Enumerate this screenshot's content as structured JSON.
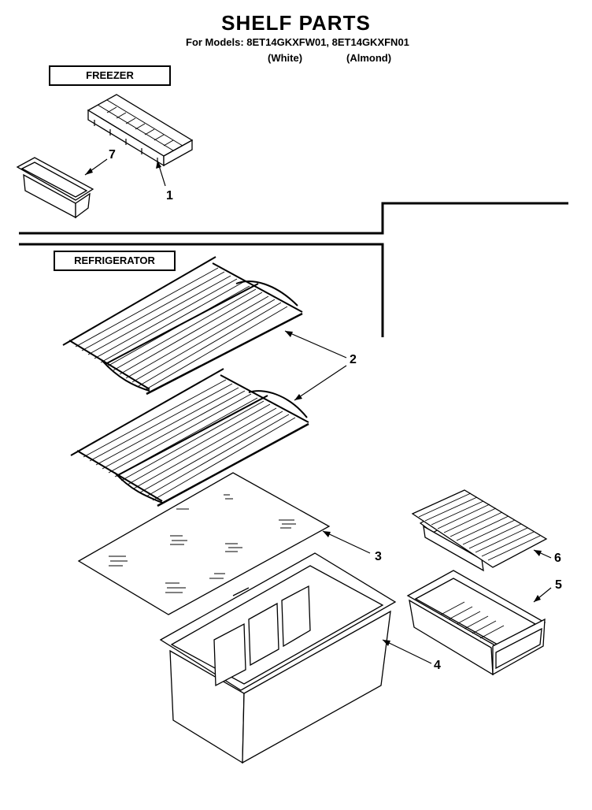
{
  "header": {
    "title": "SHELF PARTS",
    "models_line": "For Models: 8ET14GKXFW01, 8ET14GKXFN01",
    "finish_white": "(White)",
    "finish_almond": "(Almond)"
  },
  "sections": {
    "freezer": "FREEZER",
    "refrigerator": "REFRIGERATOR"
  },
  "callouts": [
    "1",
    "2",
    "3",
    "4",
    "5",
    "6",
    "7"
  ]
}
